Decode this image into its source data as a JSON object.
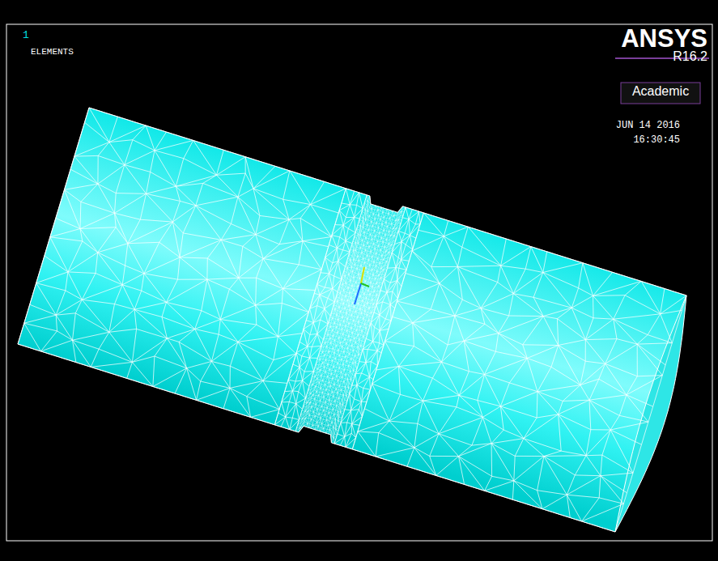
{
  "diagram": {
    "labels": [
      "1",
      "ELEMENTS",
      "ANSYS",
      "R16.2",
      "Academic",
      "JUN 14 2016",
      "16:30:45"
    ]
  }
}
